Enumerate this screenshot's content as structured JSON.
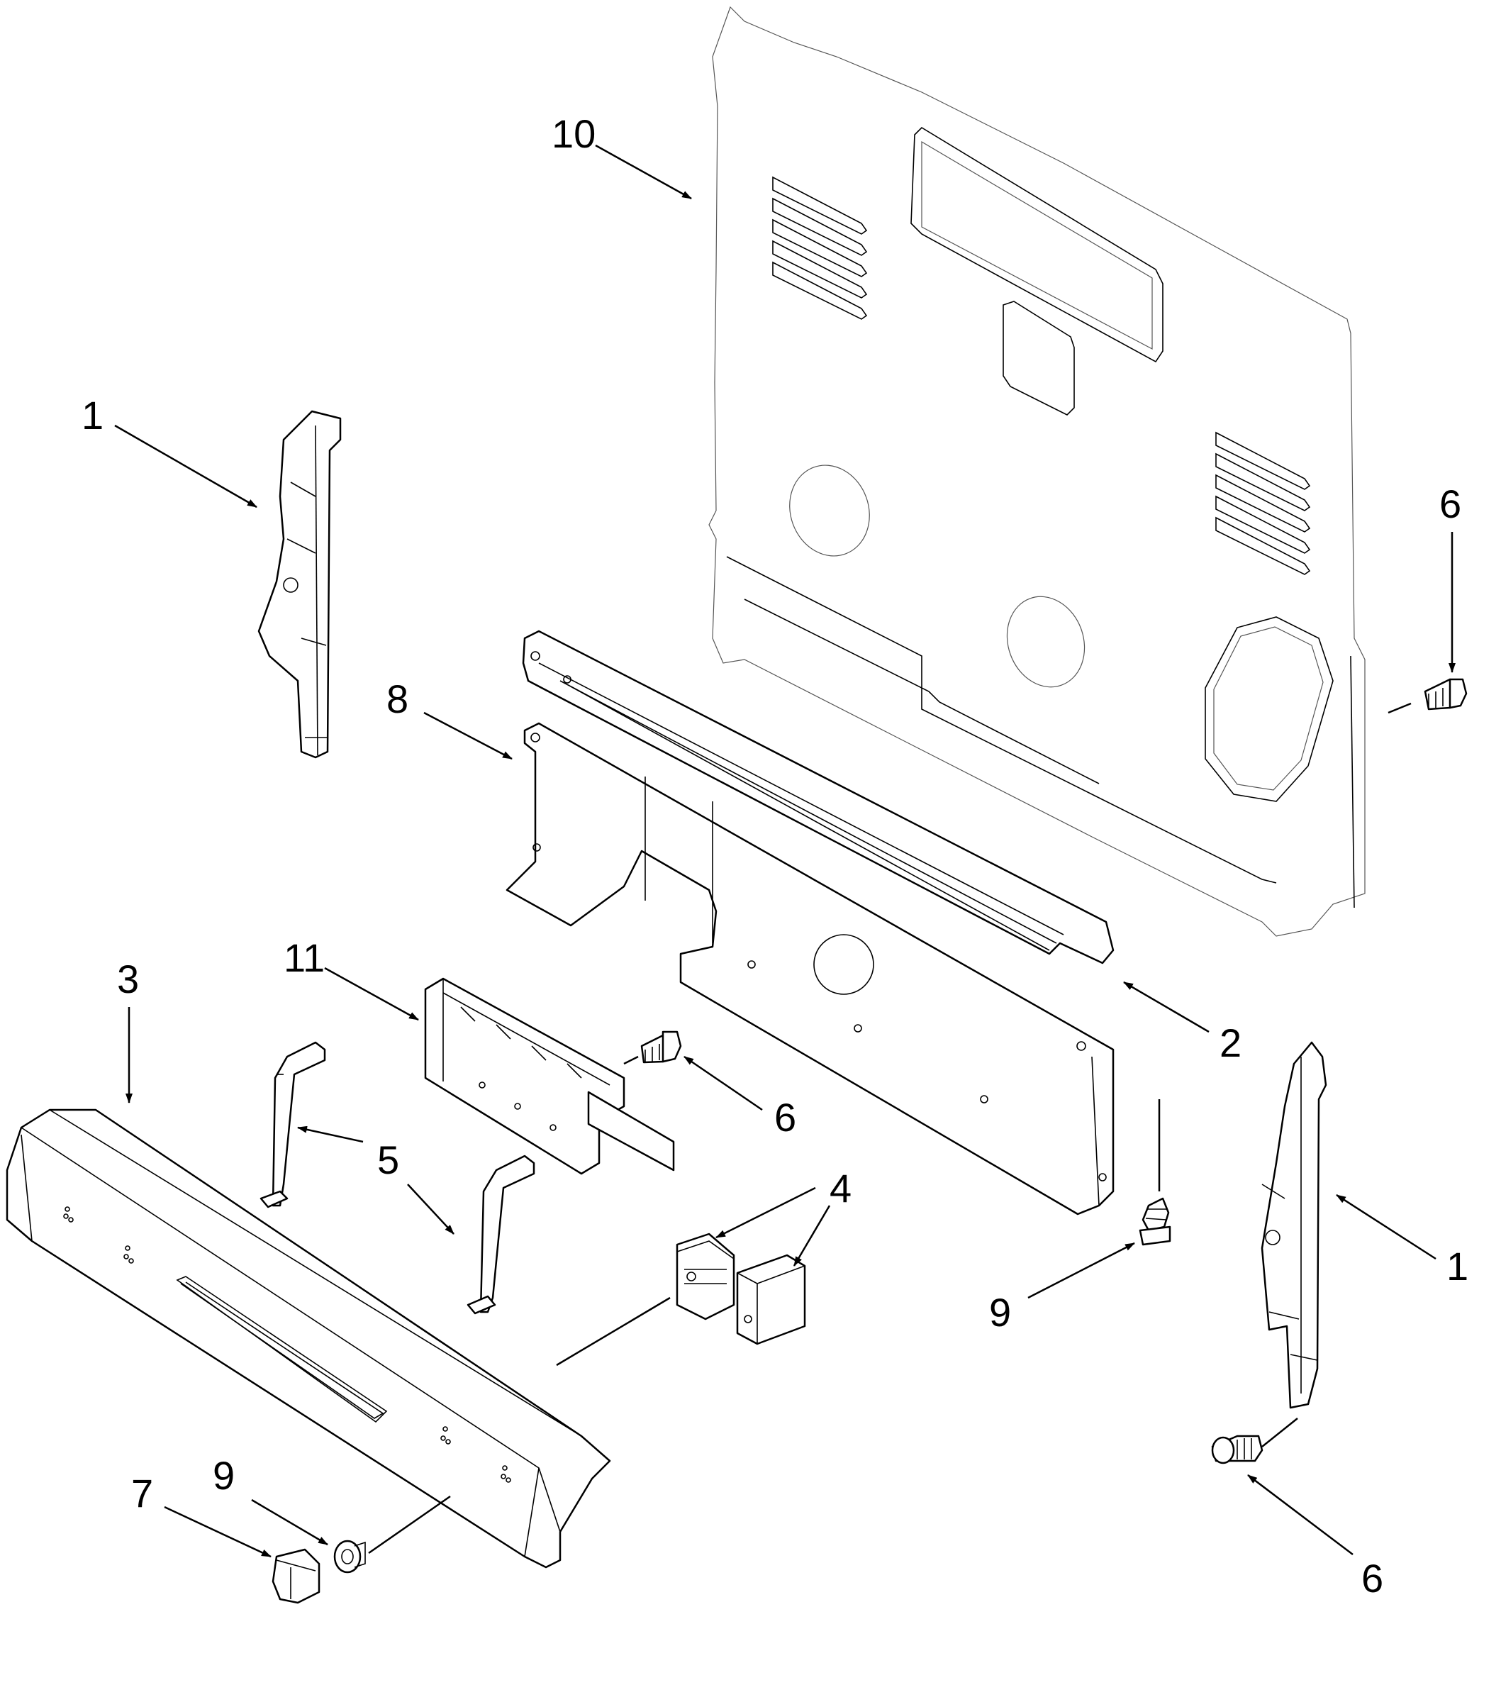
{
  "callouts": {
    "c1_left": "1",
    "c1_right": "1",
    "c2": "2",
    "c3": "3",
    "c4": "4",
    "c5": "5",
    "c6_top": "6",
    "c6_mid": "6",
    "c6_bottom": "6",
    "c7": "7",
    "c8": "8",
    "c9_mid": "9",
    "c9_bottom": "9",
    "c10": "10",
    "c11": "11"
  },
  "colors": {
    "line": "#000000",
    "background": "#ffffff"
  }
}
